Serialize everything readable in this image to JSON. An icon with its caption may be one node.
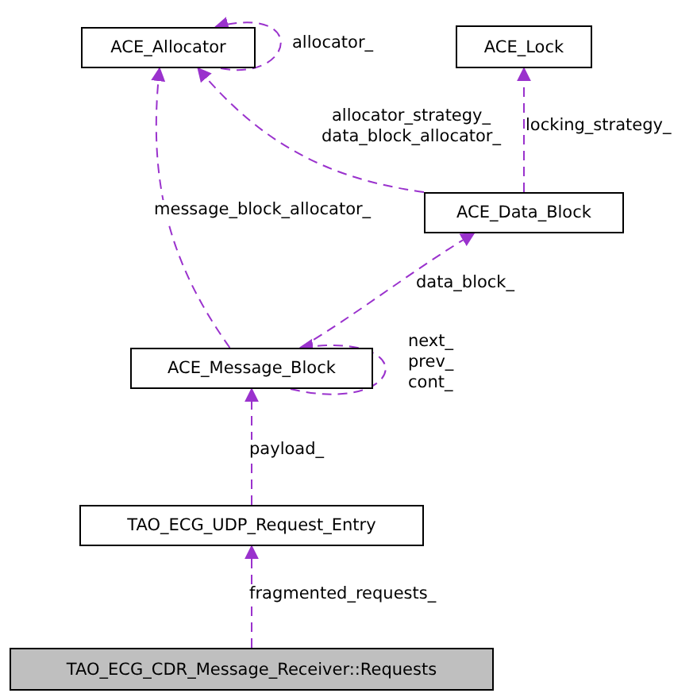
{
  "diagram": {
    "nodes": [
      {
        "text": [
          "ACE_Allocator"
        ]
      },
      {
        "text": [
          "ACE_Lock"
        ]
      },
      {
        "text": [
          "ACE_Data_Block"
        ]
      },
      {
        "text": [
          "ACE_Message_Block"
        ]
      },
      {
        "text": [
          "TAO_ECG_UDP_Request_Entry"
        ]
      },
      {
        "text": [
          "TAO_ECG_CDR_Message_Receiver::Requests"
        ]
      }
    ],
    "edges": [
      {
        "from": 0,
        "to": 0,
        "arrow": "to",
        "label": "allocator_",
        "style": "dashed"
      },
      {
        "from": 2,
        "to": 0,
        "arrow": "to",
        "label": "allocator_strategy_ data_block_allocator_",
        "style": "dashed"
      },
      {
        "from": 2,
        "to": 1,
        "arrow": "to",
        "label": "locking_strategy_",
        "style": "dashed"
      },
      {
        "from": 3,
        "to": 0,
        "arrow": "to",
        "label": "message_block_allocator_",
        "style": "dashed"
      },
      {
        "from": 3,
        "to": 2,
        "arrow": "to",
        "label": "data_block_",
        "style": "dashed"
      },
      {
        "from": 3,
        "to": 3,
        "arrow": "to",
        "label": "next_ prev_ cont_",
        "style": "dashed"
      },
      {
        "from": 4,
        "to": 3,
        "arrow": "to",
        "label": "payload_",
        "style": "dashed"
      },
      {
        "from": 5,
        "to": 4,
        "arrow": "to",
        "label": "fragmented_requests_",
        "style": "dashed"
      }
    ]
  }
}
